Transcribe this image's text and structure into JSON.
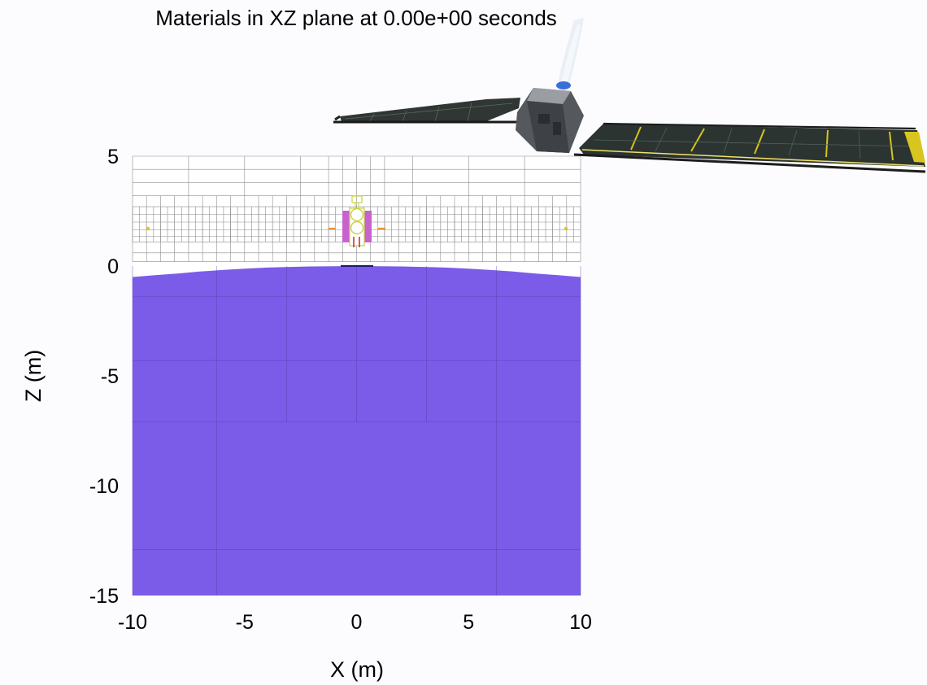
{
  "chart_data": {
    "type": "heatmap",
    "title": "Materials in XZ plane at 0.00e+00 seconds",
    "xlabel": "X (m)",
    "ylabel": "Z (m)",
    "xlim": [
      -10,
      10
    ],
    "ylim": [
      -15,
      5
    ],
    "x_ticks": [
      -10,
      -5,
      0,
      5,
      10
    ],
    "y_ticks": [
      5,
      0,
      -5,
      -10,
      -15
    ],
    "x_tick_labels": [
      "-10",
      "-5",
      "0",
      "5",
      "10"
    ],
    "y_tick_labels": [
      "5",
      "0",
      "-5",
      "-10",
      "-15"
    ],
    "grid": true,
    "materials": {
      "target": "#7b5ce8",
      "spacecraft_body": "#c862ce",
      "spacecraft_parts": "#c8d24a",
      "booms": "#e99432",
      "connectors": "#cc3333"
    },
    "target_surface": {
      "x": [
        -10,
        -9,
        -8,
        -7,
        -6,
        -5,
        -4,
        -3,
        -2,
        -1,
        0,
        1,
        2,
        3,
        4,
        5,
        6,
        7,
        8,
        9,
        10
      ],
      "z": [
        -0.5,
        -0.42,
        -0.34,
        -0.25,
        -0.18,
        -0.12,
        -0.07,
        -0.04,
        -0.02,
        -0.01,
        0,
        -0.01,
        -0.02,
        -0.04,
        -0.07,
        -0.12,
        -0.18,
        -0.25,
        -0.34,
        -0.42,
        -0.5
      ]
    }
  }
}
